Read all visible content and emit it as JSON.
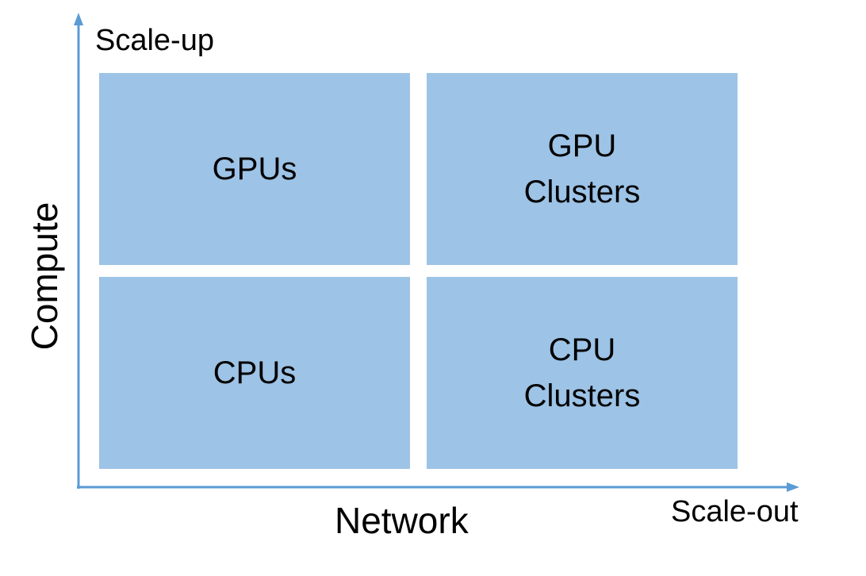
{
  "axes": {
    "y_label": "Compute",
    "x_label": "Network",
    "y_end_label": "Scale-up",
    "x_end_label": "Scale-out",
    "color": "#5b9bd5"
  },
  "quadrants": {
    "top_left": "GPUs",
    "top_right": "GPU\nClusters",
    "bottom_left": "CPUs",
    "bottom_right": "CPU\nClusters",
    "fill": "#9dc3e6"
  }
}
